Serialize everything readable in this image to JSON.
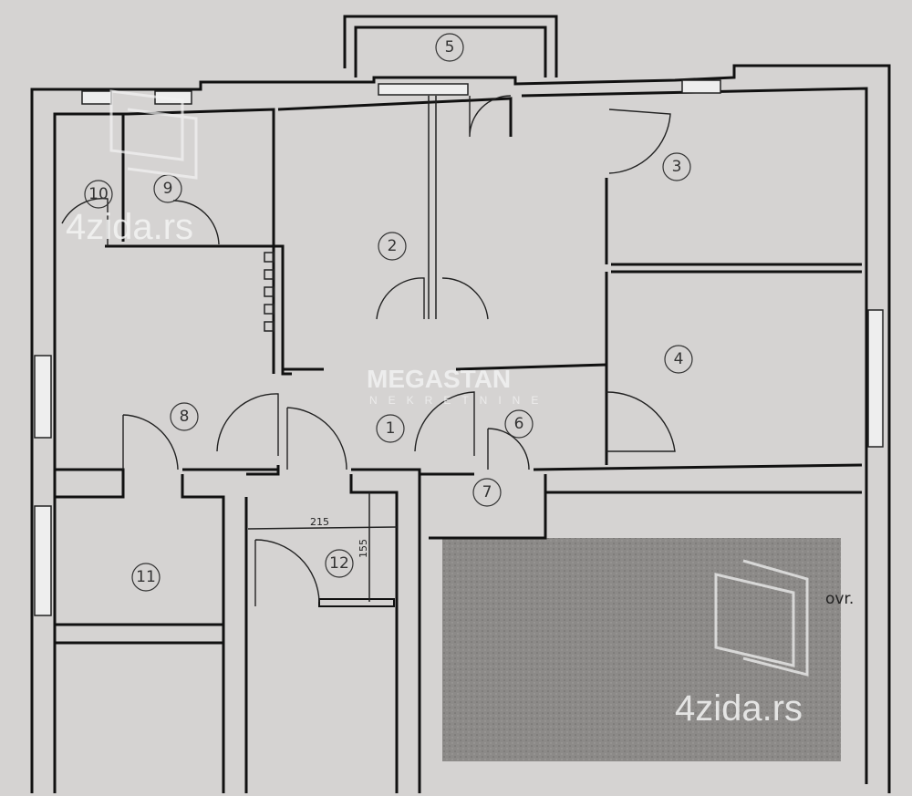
{
  "rooms": [
    "1",
    "2",
    "3",
    "4",
    "5",
    "6",
    "7",
    "8",
    "9",
    "10",
    "11",
    "12"
  ],
  "dimensions": {
    "width": "215",
    "height": "155"
  },
  "note_fragment": "ovr.",
  "watermarks": {
    "site_top": "4zida.rs",
    "site_bottom": "4zida.rs",
    "brand": "MEGASTAN",
    "brand_sub": "NEKRETNINE"
  },
  "colors": {
    "paper": "#d5d3d2",
    "hatch_panel": "#8a8886",
    "wall": "#111111"
  }
}
